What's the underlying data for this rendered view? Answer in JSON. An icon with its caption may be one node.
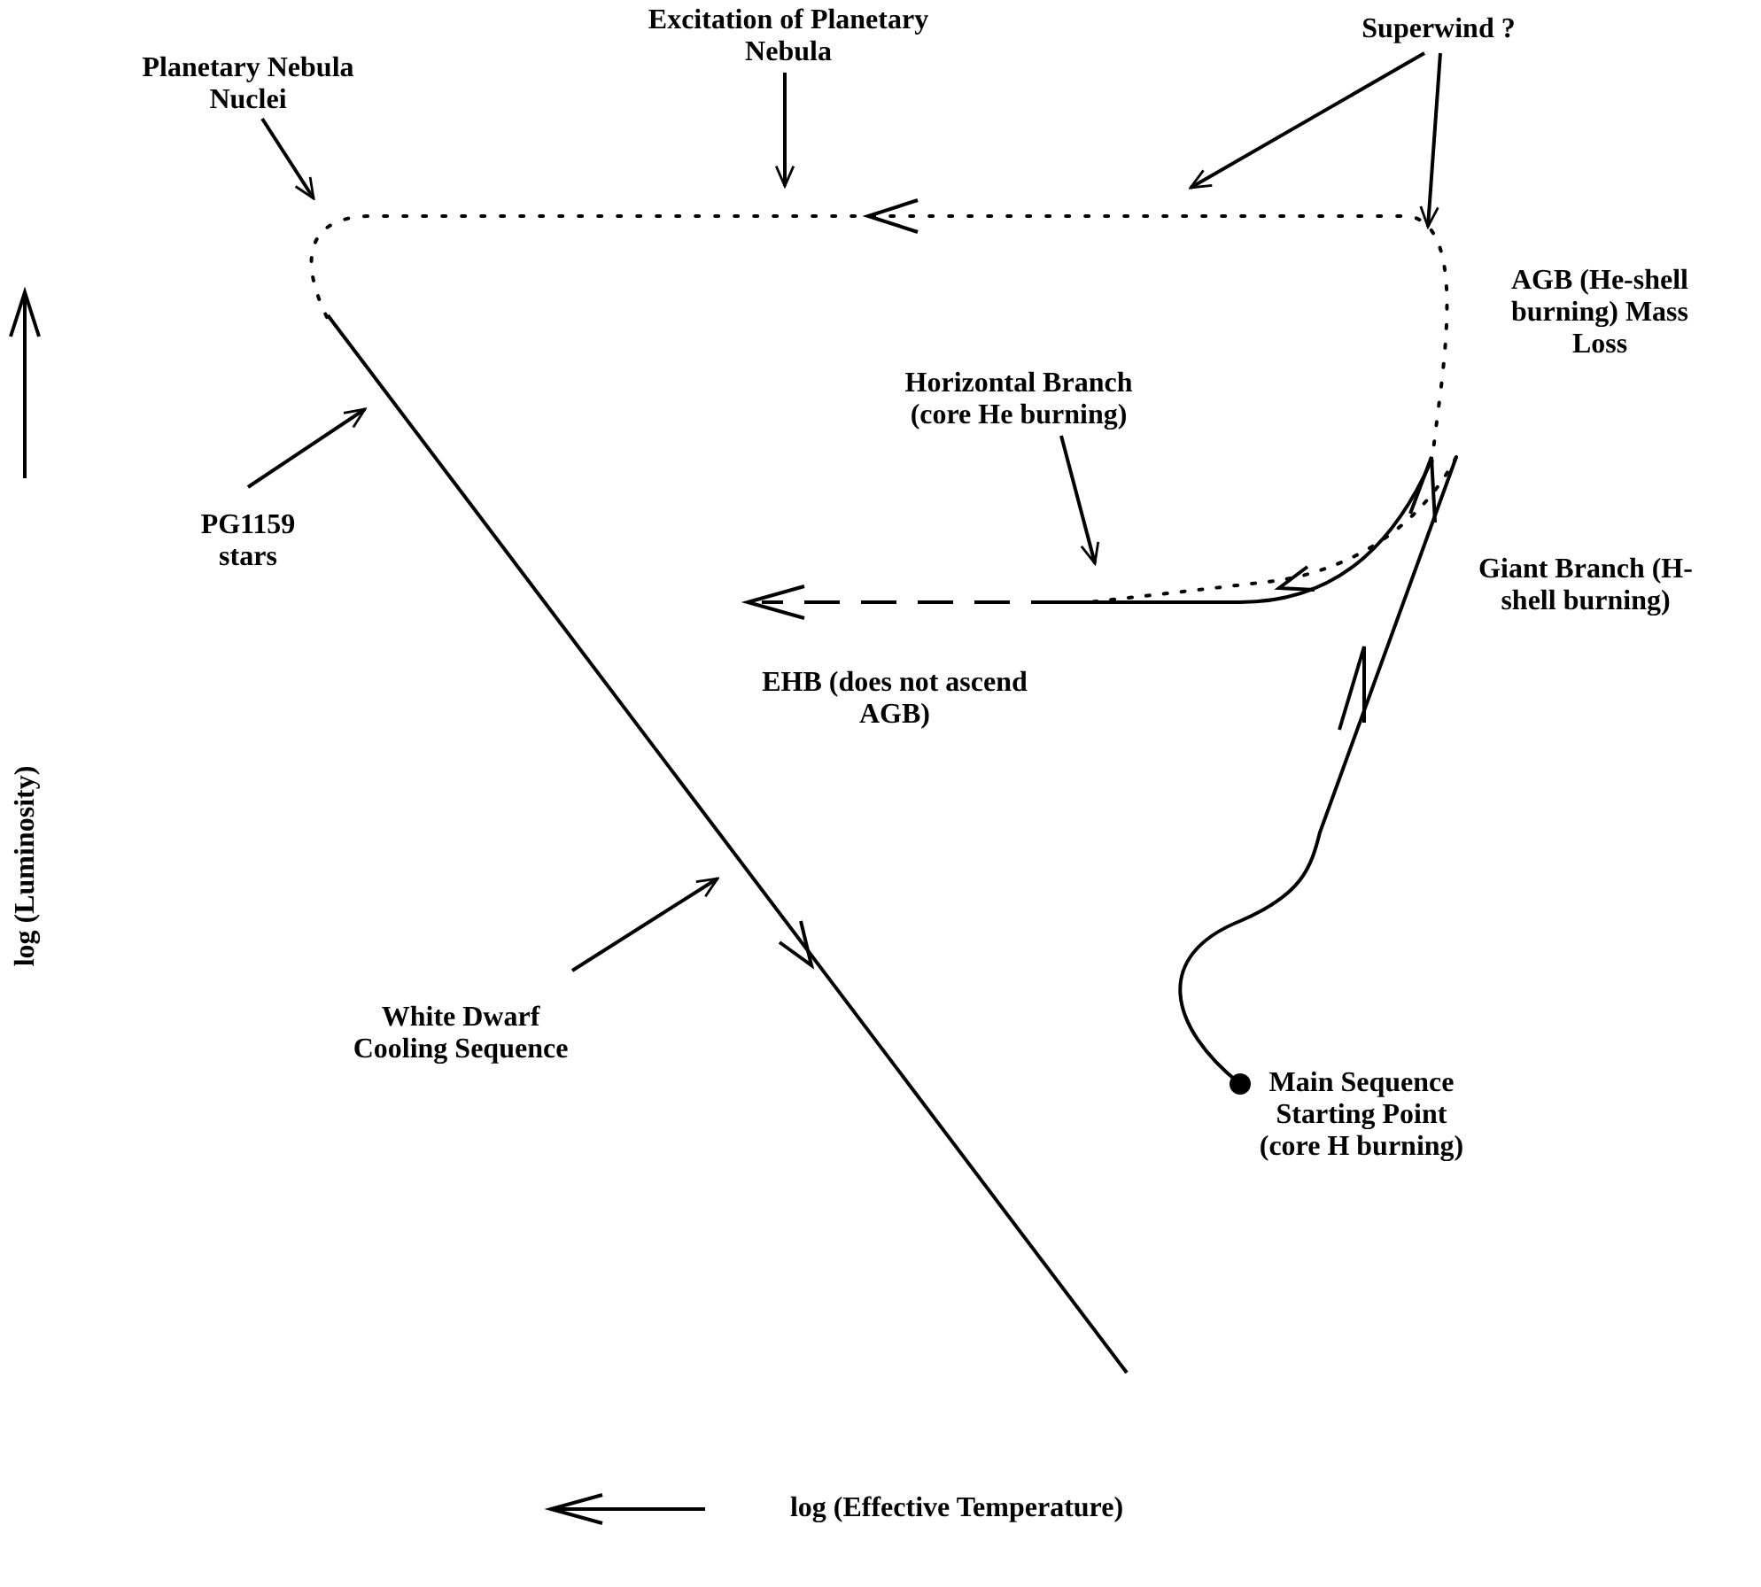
{
  "diagram": {
    "nodes": [
      {
        "text": [
          "Planetary Nebula Nuclei"
        ]
      },
      {
        "text": [
          "Excitation of Planetary Nebula"
        ]
      },
      {
        "text": [
          "Superwind ?"
        ]
      },
      {
        "text": [
          "Horizontal Branch (core He burning)"
        ]
      },
      {
        "text": [
          "PG1159 stars"
        ]
      },
      {
        "text": [
          "White Dwarf Cooling Sequence"
        ]
      }
    ],
    "edges": [
      {
        "from": 0,
        "to": null,
        "arrow": "to"
      },
      {
        "from": 1,
        "to": null,
        "arrow": "to"
      },
      {
        "from": 2,
        "to": null,
        "arrow": "to"
      },
      {
        "from": 2,
        "to": null,
        "arrow": "to"
      },
      {
        "from": 3,
        "to": null,
        "arrow": "to"
      },
      {
        "from": 4,
        "to": null,
        "arrow": "to"
      },
      {
        "from": 5,
        "to": null,
        "arrow": "to"
      }
    ],
    "labels": [
      "AGB (He-shell burning) Mass Loss",
      "Giant Branch (H-shell burning)",
      "EHB (does not ascend AGB)",
      "Main Sequence Starting Point (core H burning)",
      "log (Luminosity)",
      "log (Effective Temperature)"
    ]
  }
}
